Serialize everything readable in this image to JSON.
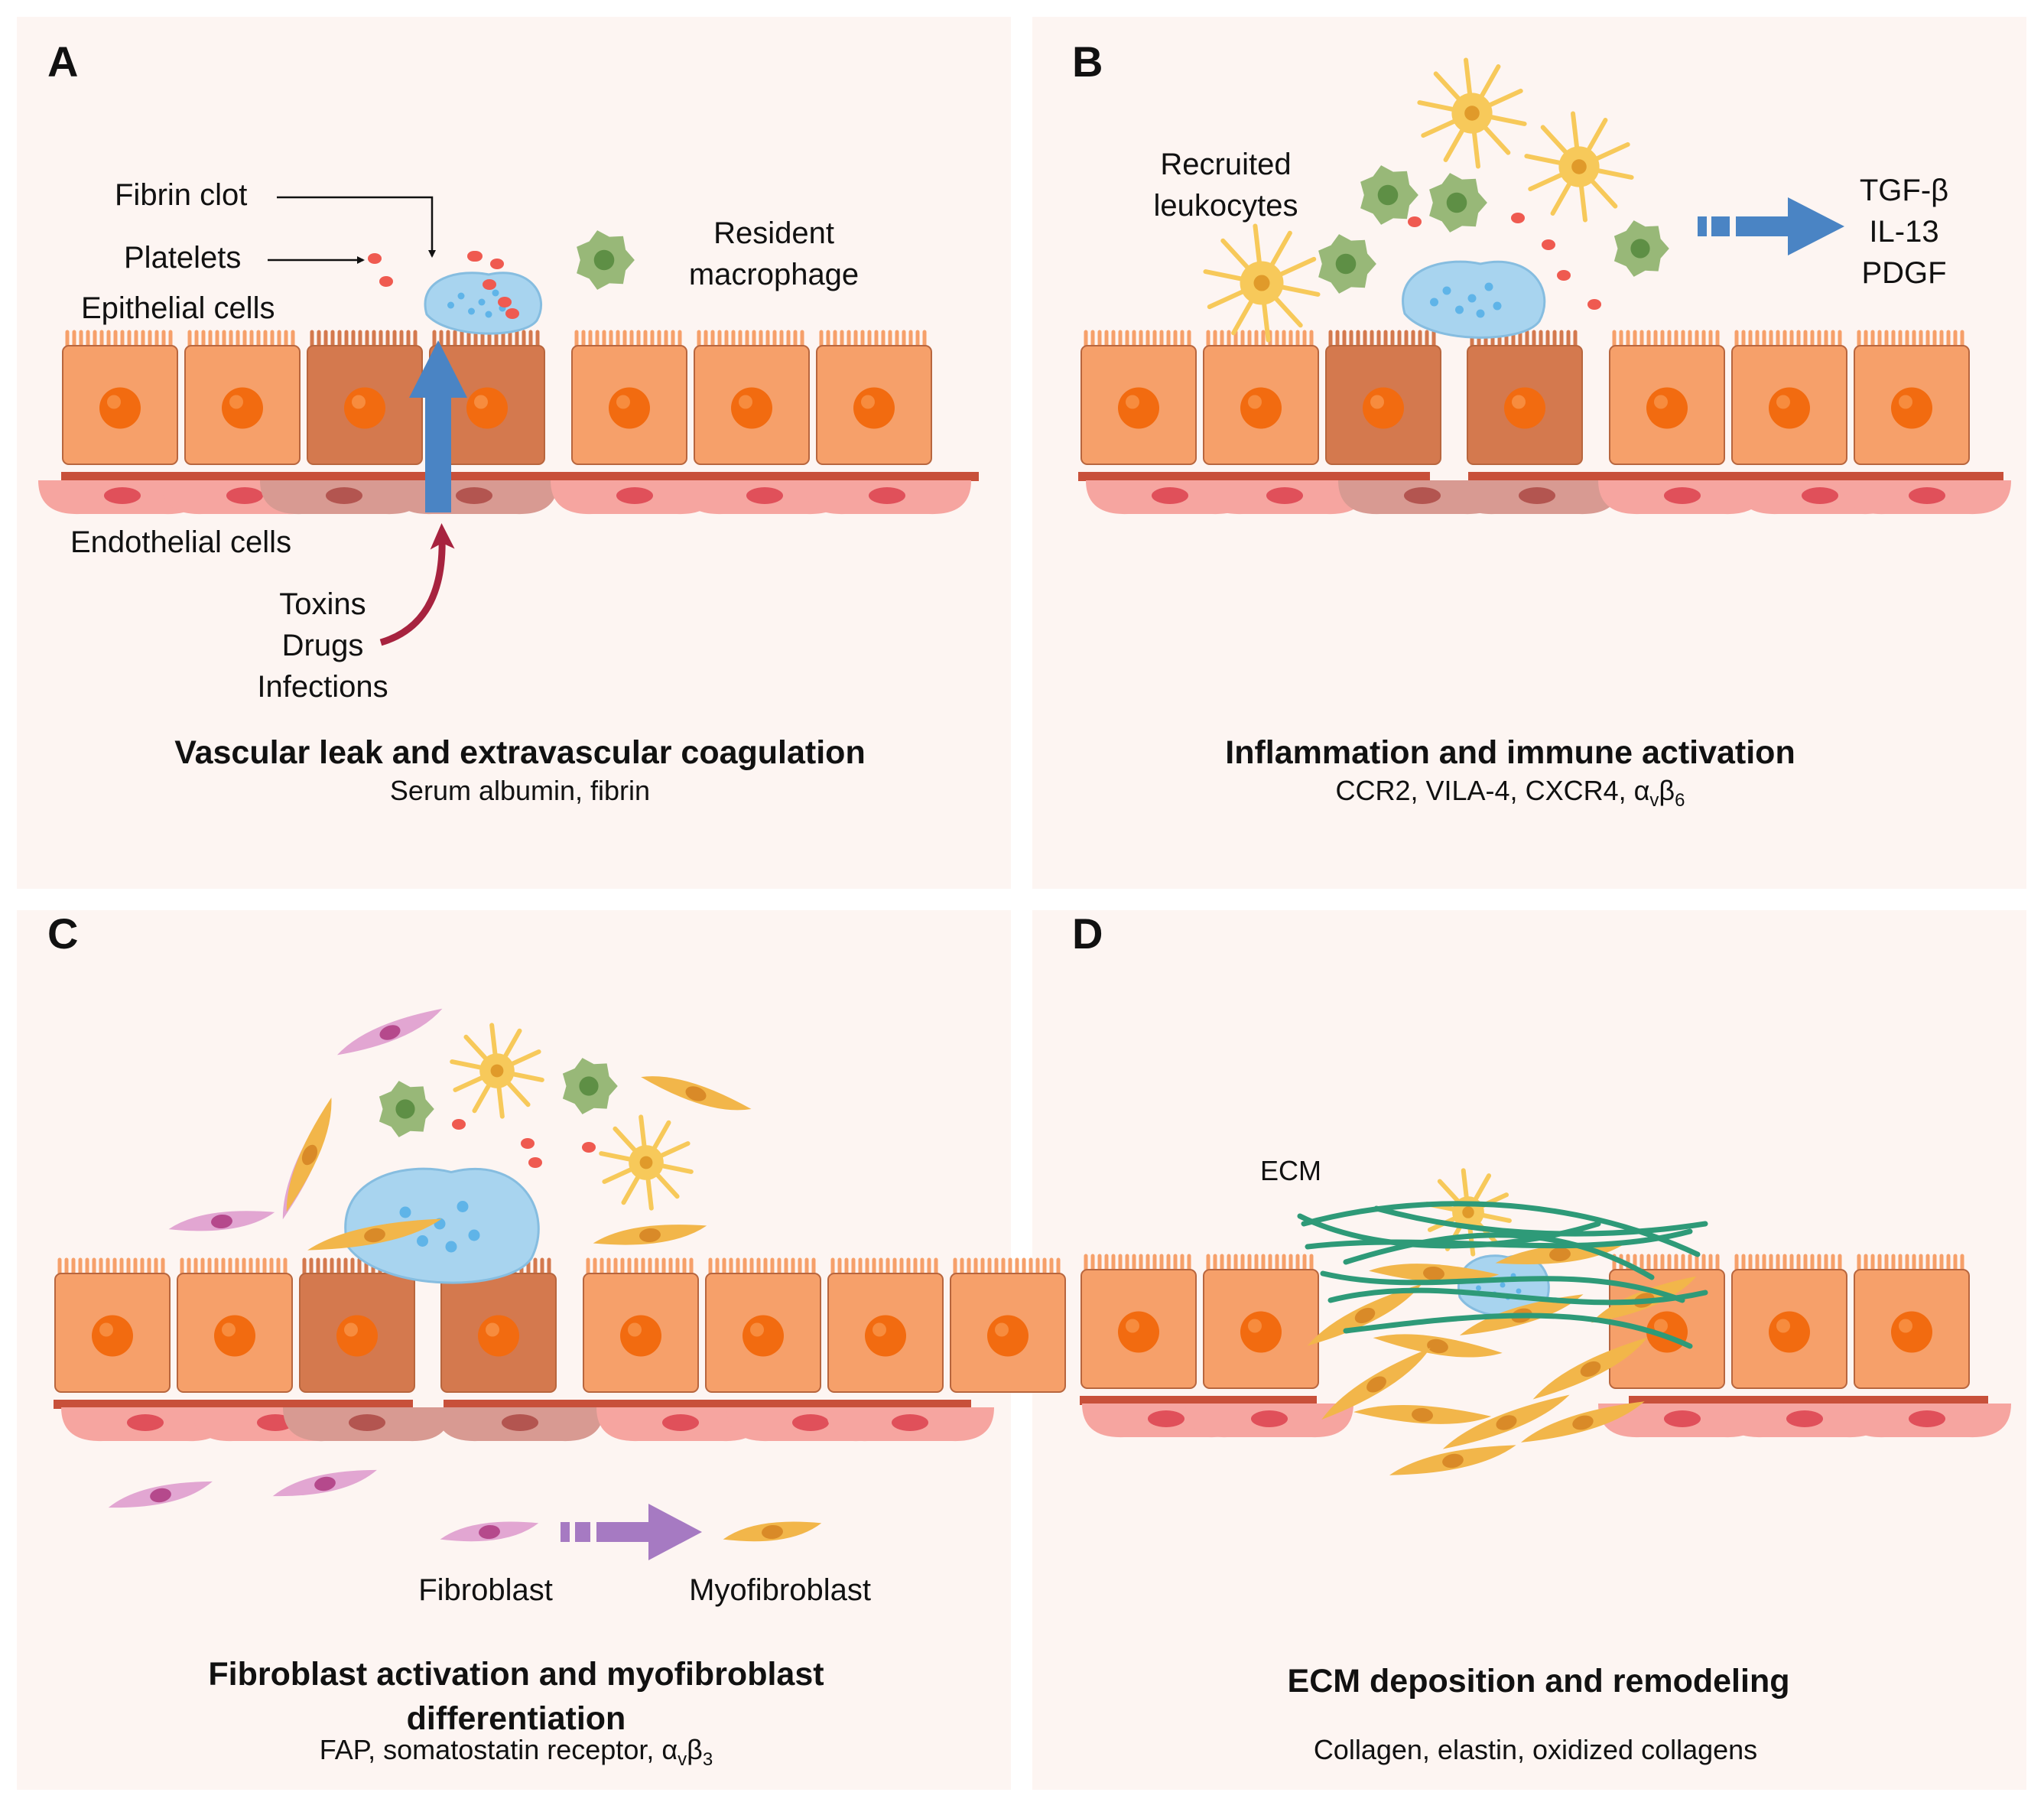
{
  "colors": {
    "background": "#fdf5f2",
    "epithelial": "#f6a06a",
    "epithelial_damaged": "#d4794e",
    "nucleus": "#f26b10",
    "endothelial": "#f6a5a0",
    "basement_membrane": "#c8503a",
    "clot": "#a8d4ef",
    "platelet": "#ef5a50",
    "macrophage": "#98b878",
    "dendritic": "#f7c95a",
    "fibroblast": "#e2a6d2",
    "myofibroblast": "#f2b64a",
    "ecm": "#2e9a78",
    "arrow_blue": "#4a84c4",
    "arrow_red": "#a7233f",
    "arrow_purple": "#a67ac2"
  },
  "panels": {
    "A": {
      "letter": "A",
      "labels": {
        "fibrin_clot": "Fibrin clot",
        "platelets": "Platelets",
        "epithelial_cells": "Epithelial cells",
        "resident_macrophage_1": "Resident",
        "resident_macrophage_2": "macrophage",
        "endothelial_cells": "Endothelial cells",
        "toxins": "Toxins",
        "drugs": "Drugs",
        "infections": "Infections"
      },
      "title": "Vascular leak and extravascular coagulation",
      "subtitle": "Serum albumin, fibrin"
    },
    "B": {
      "letter": "B",
      "labels": {
        "recruited_1": "Recruited",
        "recruited_2": "leukocytes",
        "tgf": "TGF-β",
        "il13": "IL-13",
        "pdgf": "PDGF"
      },
      "title": "Inflammation and immune activation",
      "subtitle_main": "CCR2, VILA-4, CXCR4, α",
      "subtitle_sub1": "v",
      "subtitle_mid": "β",
      "subtitle_sub2": "6"
    },
    "C": {
      "letter": "C",
      "labels": {
        "fibroblast": "Fibroblast",
        "myofibroblast": "Myofibroblast"
      },
      "title_line1": "Fibroblast activation and myofibroblast",
      "title_line2": "differentiation",
      "subtitle_main": "FAP, somatostatin receptor,  α",
      "subtitle_sub1": "v",
      "subtitle_mid": "β",
      "subtitle_sub2": "3"
    },
    "D": {
      "letter": "D",
      "labels": {
        "ecm": "ECM"
      },
      "title": "ECM deposition and remodeling",
      "subtitle": "Collagen, elastin, oxidized collagens"
    }
  }
}
